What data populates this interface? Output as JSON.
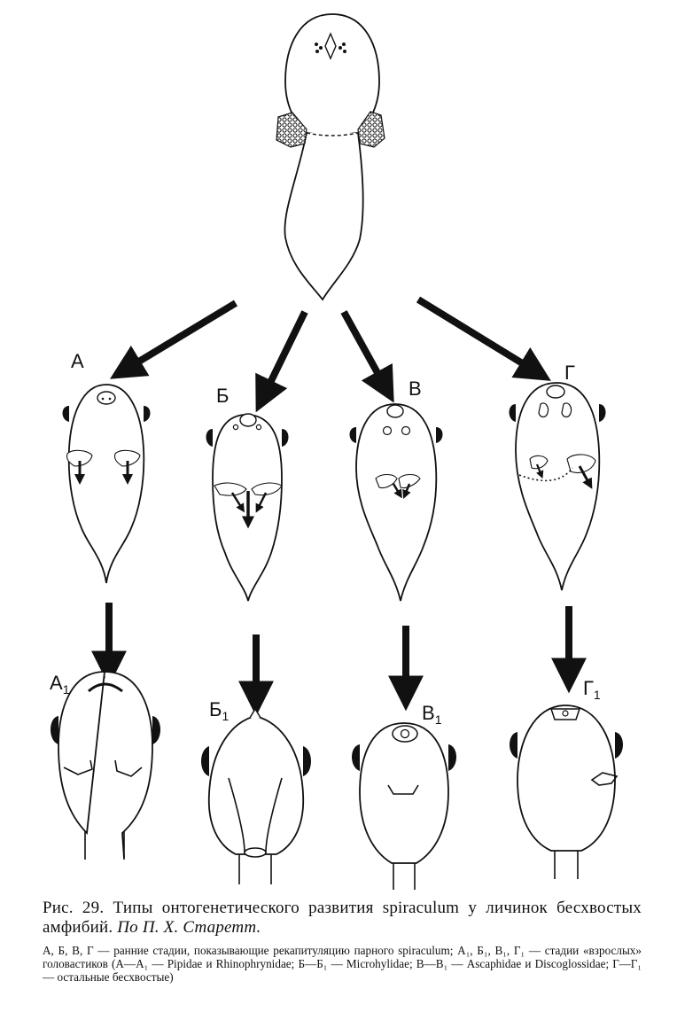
{
  "figure": {
    "labels": {
      "a": "А",
      "b": "Б",
      "v": "В",
      "g": "Г",
      "a1": "А",
      "b1": "Б",
      "v1": "В",
      "g1": "Г",
      "subscript": "1"
    }
  },
  "caption": {
    "title": "Рис. 29. Типы онтогенетического развития spiraculum у личинок бесхвостых амфибий.",
    "source": "По П. Х. Старетт.",
    "legend": "А, Б, В, Г — ранние стадии, показывающие рекапитуляцию парного spiraculum; А₁, Б₁, В₁, Г₁ — стадии «взрослых» головастиков (А—А₁ — Pipidae и Rhinophrynidae; Б—Б₁ — Microhylidae; В—В₁ — Ascaphidae и Discoglossidae; Г—Г₁ — остальные бесхвостые)"
  }
}
